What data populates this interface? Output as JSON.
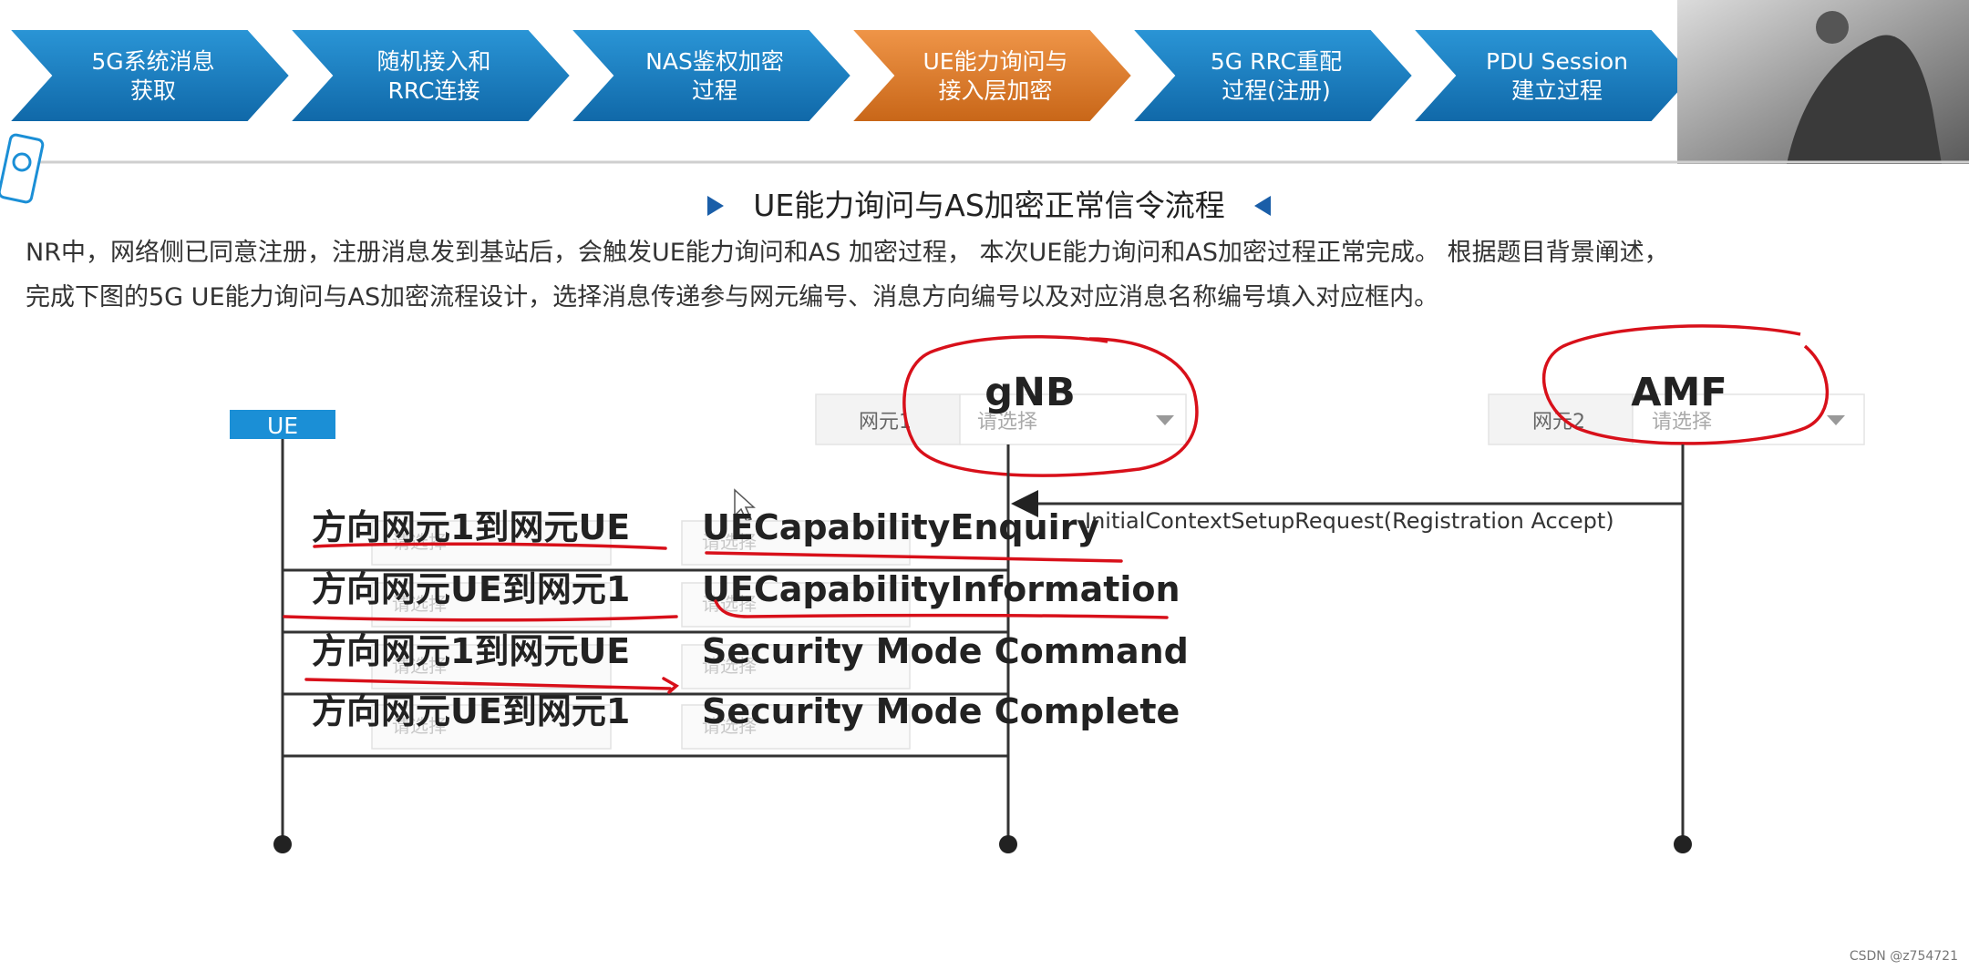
{
  "steps": [
    {
      "line1": "5G系统消息",
      "line2": "获取",
      "active": false
    },
    {
      "line1": "随机接入和",
      "line2": "RRC连接",
      "active": false
    },
    {
      "line1": "NAS鉴权加密",
      "line2": "过程",
      "active": false
    },
    {
      "line1": "UE能力询问与",
      "line2": "接入层加密",
      "active": true
    },
    {
      "line1": "5G RRC重配",
      "line2": "过程(注册)",
      "active": false
    },
    {
      "line1": "PDU Session",
      "line2": "建立过程",
      "active": false
    }
  ],
  "section_title": "UE能力询问与AS加密正常信令流程",
  "description": {
    "line1": "NR中，网络侧已同意注册，注册消息发到基站后，会触发UE能力询问和AS 加密过程， 本次UE能力询问和AS加密过程正常完成。 根据题目背景阐述，",
    "line2": "完成下图的5G UE能力询问与AS加密流程设计，选择消息传递参与网元编号、消息方向编号以及对应消息名称编号填入对应框内。"
  },
  "ue_label": "UE",
  "element1": {
    "label": "网元1",
    "placeholder": "请选择",
    "handwritten": "gNB"
  },
  "element2": {
    "label": "网元2",
    "placeholder": "请选择",
    "handwritten": "AMF"
  },
  "amf_message": "InitialContextSetupRequest(Registration Accept)",
  "select_placeholder": "请选择",
  "rows": [
    {
      "direction": "方向网元1到网元UE",
      "message": "UECapabilityEnquiry"
    },
    {
      "direction": "方向网元UE到网元1",
      "message": "UECapabilityInformation"
    },
    {
      "direction": "方向网元1到网元UE",
      "message": "Security Mode Command"
    },
    {
      "direction": "方向网元UE到网元1",
      "message": "Security Mode Complete"
    }
  ],
  "watermark": "CSDN @z754721",
  "colors": {
    "step_blue": "#1a7fc4",
    "step_orange": "#e07a2c",
    "ue_box": "#1b8fd6",
    "annotation_red": "#d8101a"
  }
}
